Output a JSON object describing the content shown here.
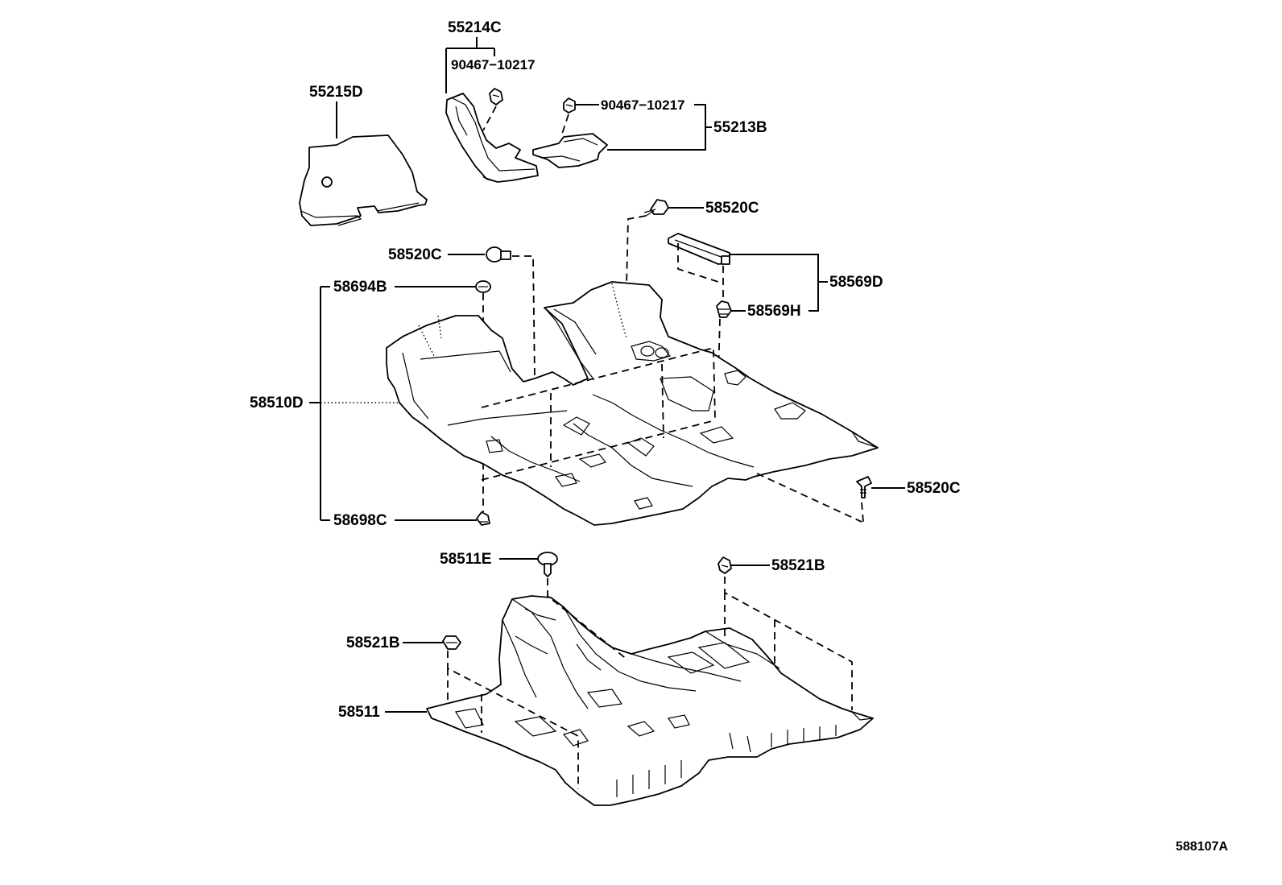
{
  "diagram": {
    "reference_code": "588107A",
    "labels": {
      "p55214C": "55214C",
      "p90467_top": "90467−10217",
      "p55215D": "55215D",
      "p90467_right": "90467−10217",
      "p55213B": "55213B",
      "p58520C_top": "58520C",
      "p58520C_left": "58520C",
      "p58569D": "58569D",
      "p58569H": "58569H",
      "p58694B": "58694B",
      "p58510D": "58510D",
      "p58520C_right": "58520C",
      "p58698C": "58698C",
      "p58511E": "58511E",
      "p58521B_right": "58521B",
      "p58521B_left": "58521B",
      "p58511": "58511"
    }
  }
}
